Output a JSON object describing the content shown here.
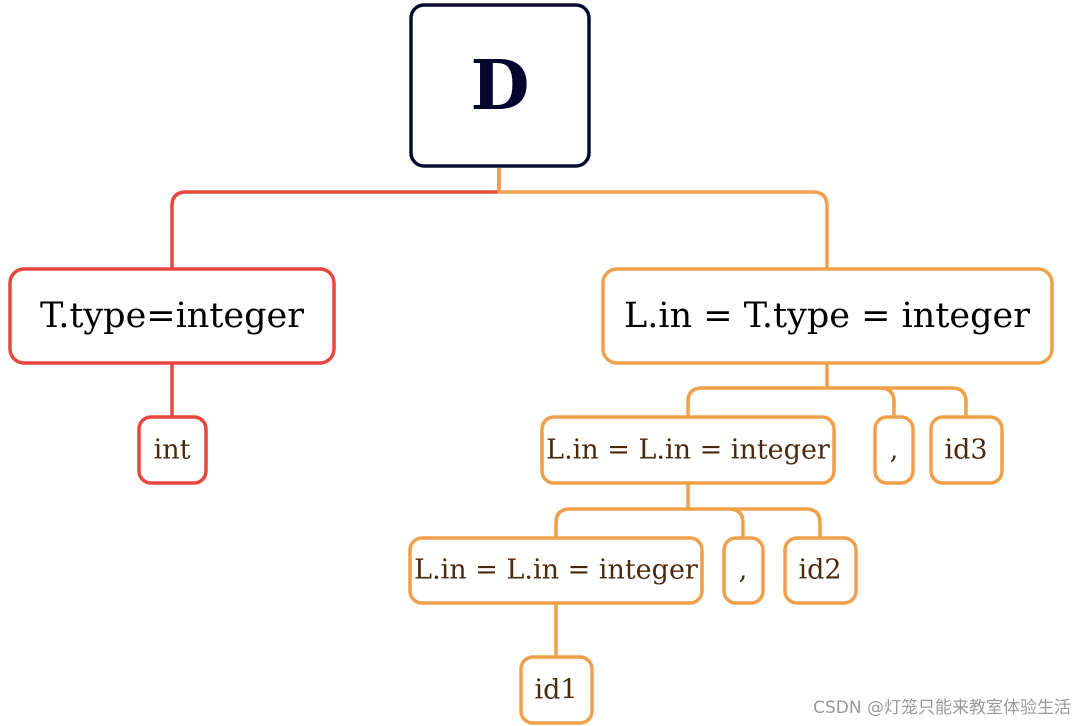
{
  "nodes": {
    "root": "D",
    "t_type": "T.type=integer",
    "int": "int",
    "l_in_top": "L.in = T.type = integer",
    "l_in_mid": "L.in = L.in = integer",
    "comma_1": ",",
    "id3": "id3",
    "l_in_low": "L.in = L.in = integer",
    "comma_2": ",",
    "id2": "id2",
    "id1": "id1"
  },
  "watermark": "CSDN @灯笼只能来教室体验生活",
  "colors": {
    "root_border": "#0b0a33",
    "red": "#e8473f",
    "orange": "#f0a04b",
    "small_text": "#4a2a0d"
  }
}
